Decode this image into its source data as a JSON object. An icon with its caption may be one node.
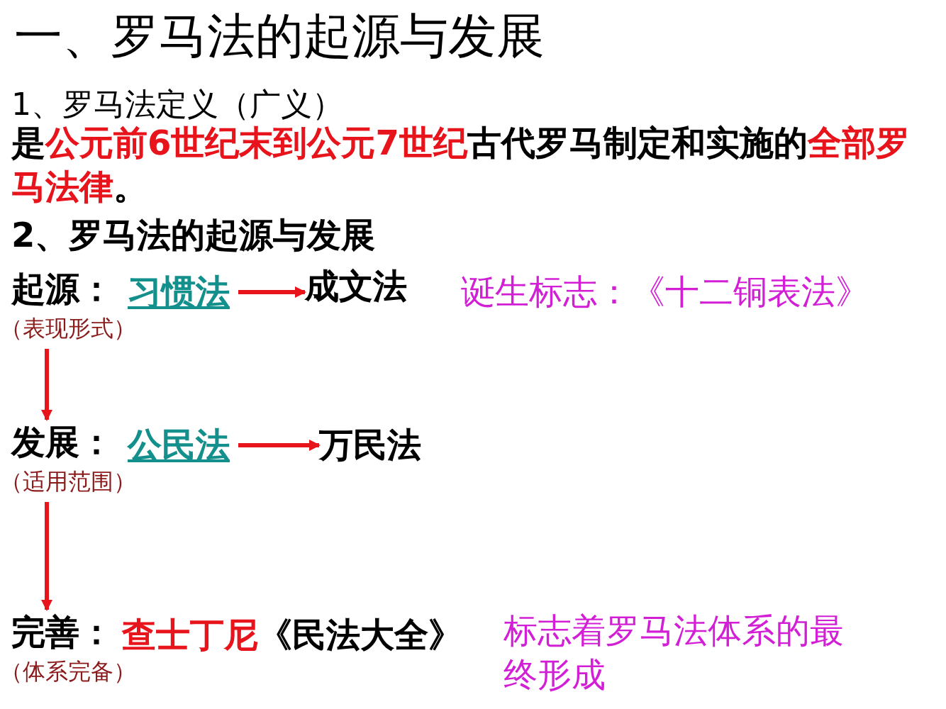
{
  "diagram": {
    "title": "一、罗马法的起源与发展",
    "nodes": [
      {
        "text": [
          "起源：",
          "（表现形式）"
        ]
      },
      {
        "text": [
          "习惯法"
        ]
      },
      {
        "text": [
          "成文法"
        ]
      },
      {
        "text": [
          "发展：",
          "（适用范围）"
        ]
      },
      {
        "text": [
          "公民法"
        ]
      },
      {
        "text": [
          "万民法"
        ]
      },
      {
        "text": [
          "完善：",
          "（体系完备）"
        ]
      }
    ],
    "edges": [
      {
        "from": 1,
        "to": 2,
        "arrow": "to"
      },
      {
        "from": 0,
        "to": 3,
        "arrow": "to"
      },
      {
        "from": 4,
        "to": 5,
        "arrow": "to"
      },
      {
        "from": 3,
        "to": 6,
        "arrow": "to"
      }
    ],
    "labels": [
      "1、罗马法定义（广义）",
      "是**公元前6世纪末到公元7世纪**古代罗马制定和实施的**全部罗马法律**。",
      "2、罗马法的起源与发展",
      "诞生标志：《十二铜表法》",
      "**查士丁尼**《民法大全》",
      "标志着罗马法体系的最终形成"
    ]
  }
}
